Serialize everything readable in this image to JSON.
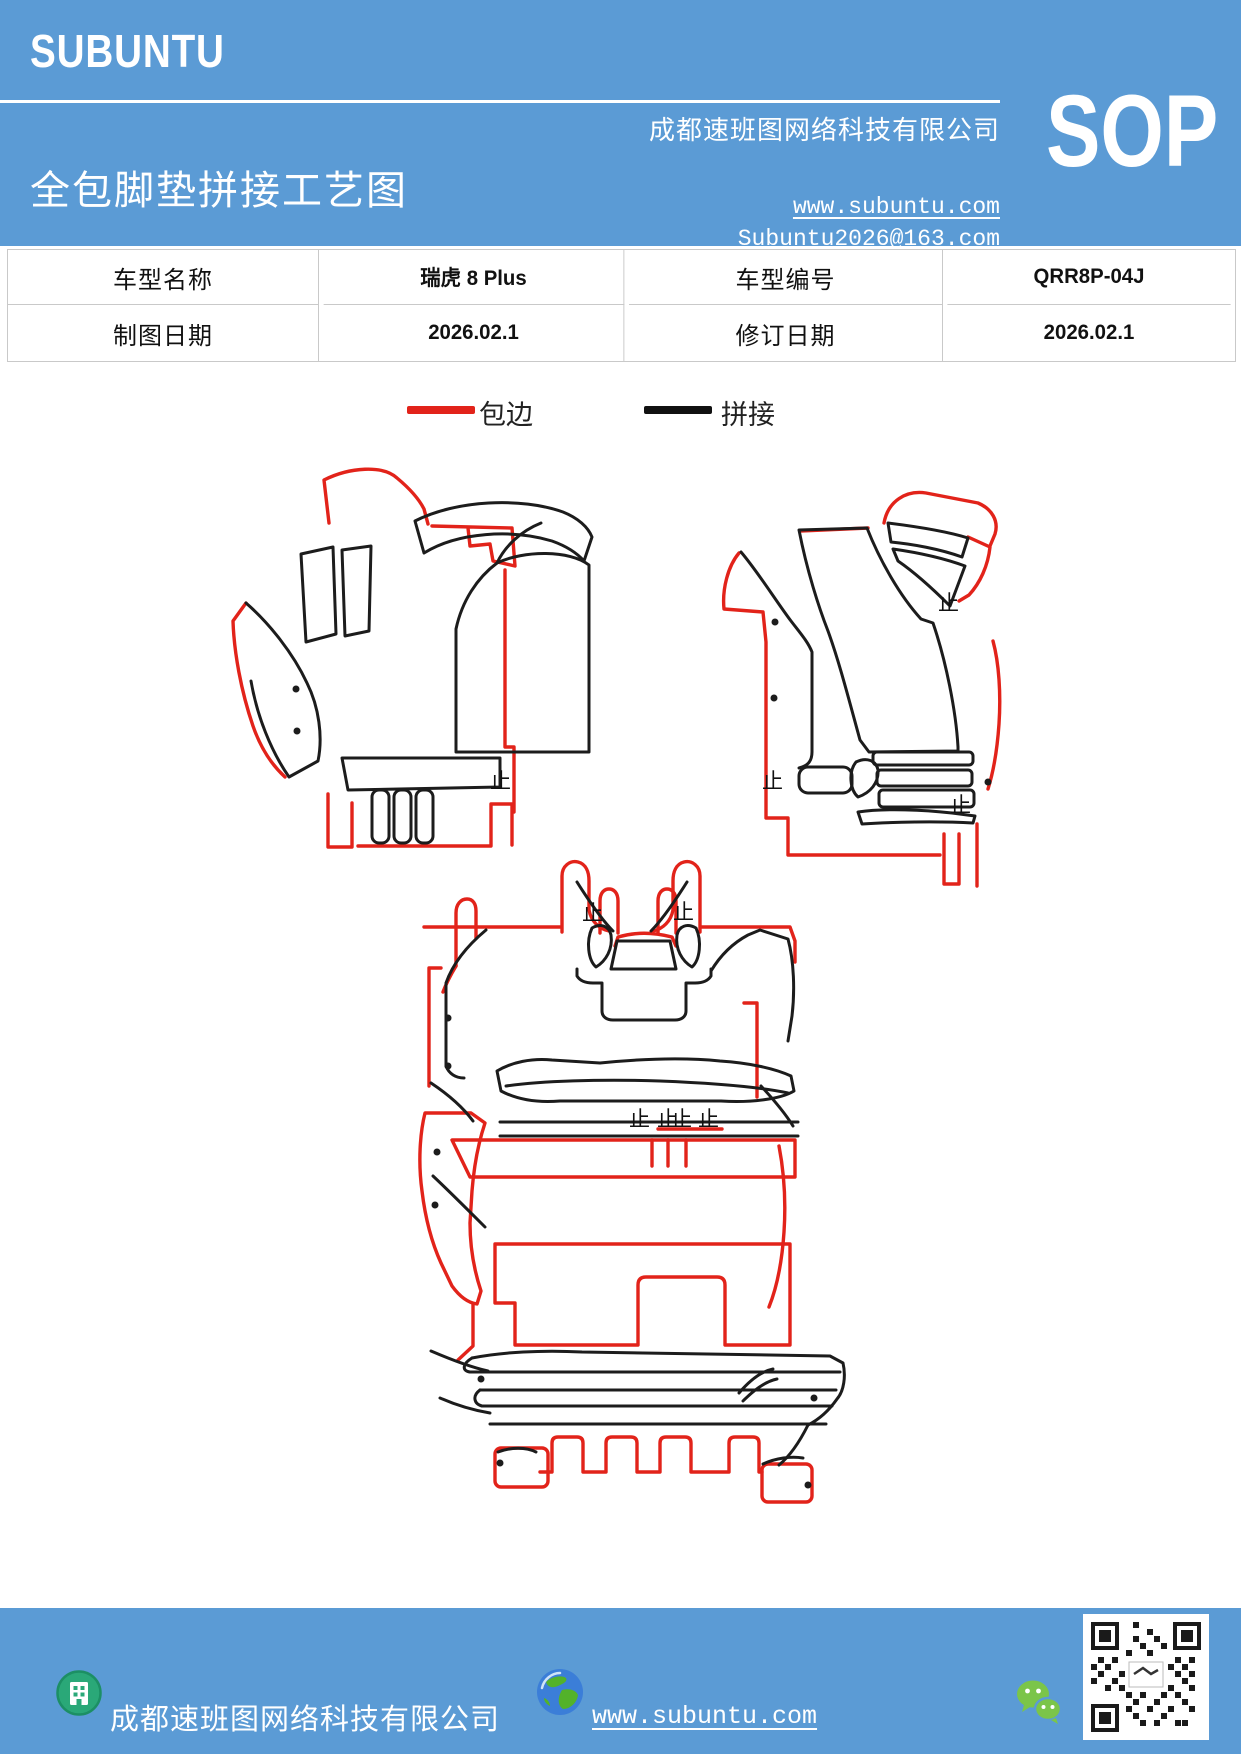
{
  "colors": {
    "band_blue": "#5b9bd5",
    "edge_red": "#e2231a",
    "splice_black": "#1c1c1c",
    "table_border": "#c9c9c9",
    "icon_green": "#2aa878",
    "wechat_green": "#7bc549",
    "globe_blue": "#3b7ed8",
    "globe_green": "#53b22a"
  },
  "header": {
    "brand": "SUBUNTU",
    "title": "全包脚垫拼接工艺图",
    "company": "成都速班图网络科技有限公司",
    "website": "www.subuntu.com",
    "email": "Subuntu2026@163.com",
    "sop": "SOP"
  },
  "info_table": {
    "rows": [
      [
        "车型名称",
        "瑞虎 8 Plus",
        "车型编号",
        "QRR8P-04J"
      ],
      [
        "制图日期",
        "2026.02.1",
        "修订日期",
        "2026.02.1"
      ]
    ]
  },
  "legend": {
    "items": [
      {
        "label": "包边",
        "color": "#e2231a"
      },
      {
        "label": "拼接",
        "color": "#111111"
      }
    ]
  },
  "diagram": {
    "stop_mark": "止"
  },
  "footer": {
    "company": "成都速班图网络科技有限公司",
    "website": "www.subuntu.com"
  }
}
